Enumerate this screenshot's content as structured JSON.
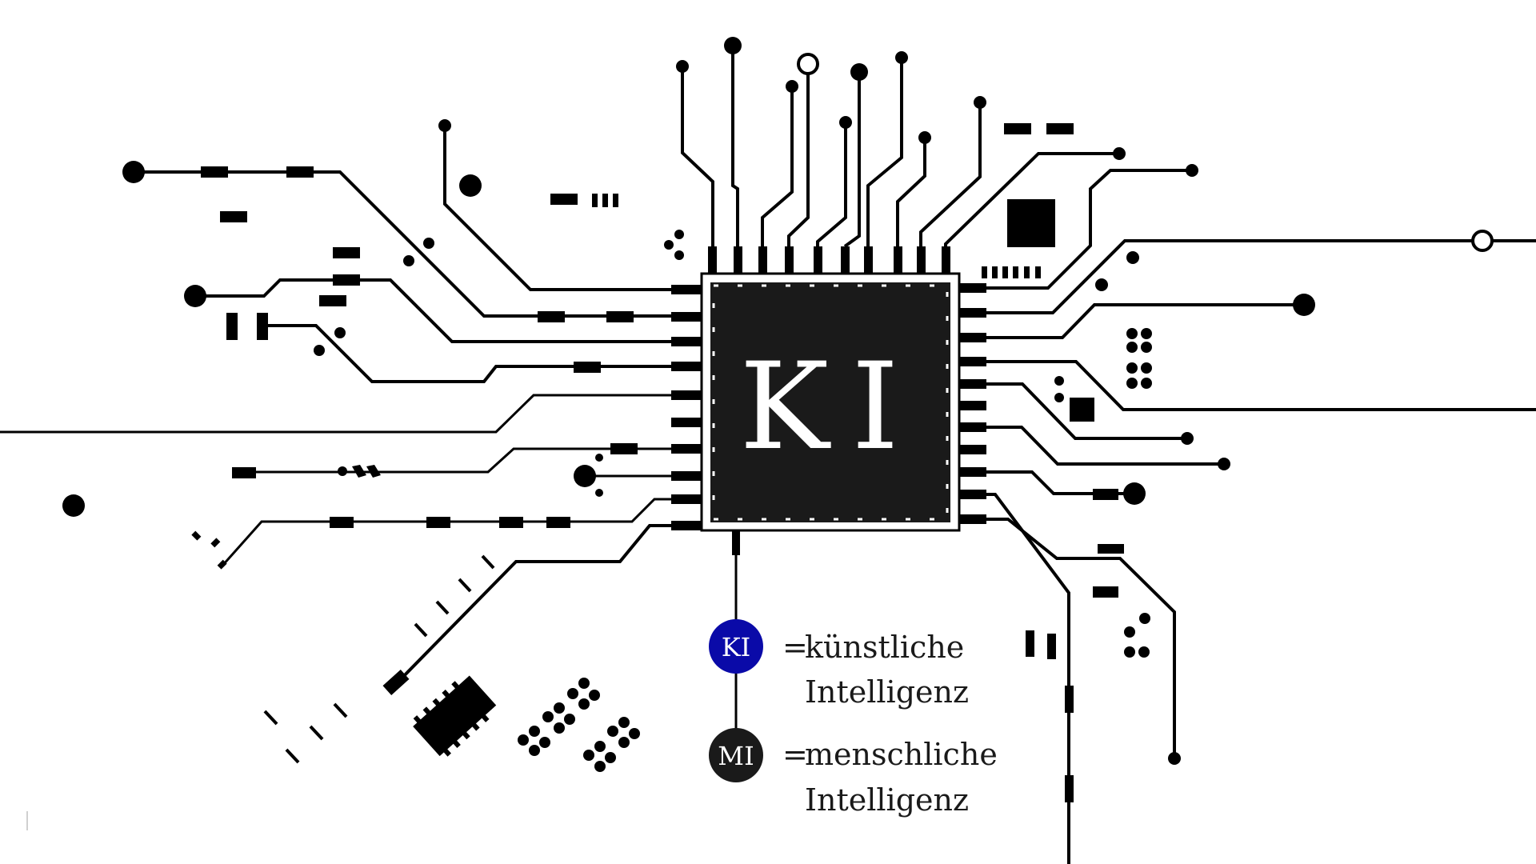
{
  "chip": {
    "label": "KI",
    "fill_color": "#1a1a1a"
  },
  "legend": {
    "items": [
      {
        "badge": "KI",
        "badge_color": "#0a0aa8",
        "equals": "=",
        "line1": "künstliche",
        "line2": "Intelligenz"
      },
      {
        "badge": "MI",
        "badge_color": "#1a1a1a",
        "equals": "=",
        "line1": "menschliche",
        "line2": "Intelligenz"
      }
    ]
  },
  "colors": {
    "background": "#ffffff",
    "trace": "#000000",
    "accent": "#0a0aa8"
  }
}
